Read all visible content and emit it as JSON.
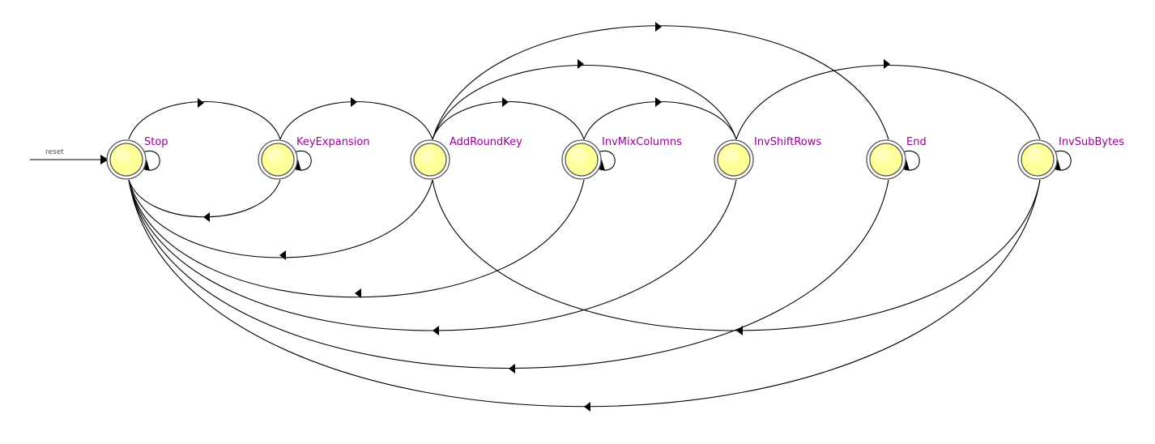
{
  "diagram": {
    "reset_label": "reset",
    "states": [
      {
        "id": "stop",
        "label": "Stop"
      },
      {
        "id": "keyexpansion",
        "label": "KeyExpansion"
      },
      {
        "id": "addroundkey",
        "label": "AddRoundKey"
      },
      {
        "id": "invmixcolumns",
        "label": "InvMixColumns"
      },
      {
        "id": "invshiftrows",
        "label": "InvShiftRows"
      },
      {
        "id": "end",
        "label": "End"
      },
      {
        "id": "invsubbytes",
        "label": "InvSubBytes"
      }
    ],
    "state_fill": "#ffff99",
    "state_stroke": "#555555",
    "label_color": "#990099",
    "transitions": [
      {
        "from": "stop",
        "to": "stop"
      },
      {
        "from": "keyexpansion",
        "to": "keyexpansion"
      },
      {
        "from": "invmixcolumns",
        "to": "invmixcolumns"
      },
      {
        "from": "end",
        "to": "end"
      },
      {
        "from": "invsubbytes",
        "to": "invsubbytes"
      },
      {
        "from": "stop",
        "to": "keyexpansion"
      },
      {
        "from": "keyexpansion",
        "to": "addroundkey"
      },
      {
        "from": "addroundkey",
        "to": "invmixcolumns"
      },
      {
        "from": "invmixcolumns",
        "to": "invshiftrows"
      },
      {
        "from": "addroundkey",
        "to": "invshiftrows"
      },
      {
        "from": "addroundkey",
        "to": "end"
      },
      {
        "from": "invshiftrows",
        "to": "invsubbytes"
      },
      {
        "from": "keyexpansion",
        "to": "stop"
      },
      {
        "from": "addroundkey",
        "to": "stop"
      },
      {
        "from": "invmixcolumns",
        "to": "stop"
      },
      {
        "from": "invshiftrows",
        "to": "stop"
      },
      {
        "from": "end",
        "to": "stop"
      },
      {
        "from": "invsubbytes",
        "to": "stop"
      },
      {
        "from": "invsubbytes",
        "to": "addroundkey"
      }
    ]
  }
}
